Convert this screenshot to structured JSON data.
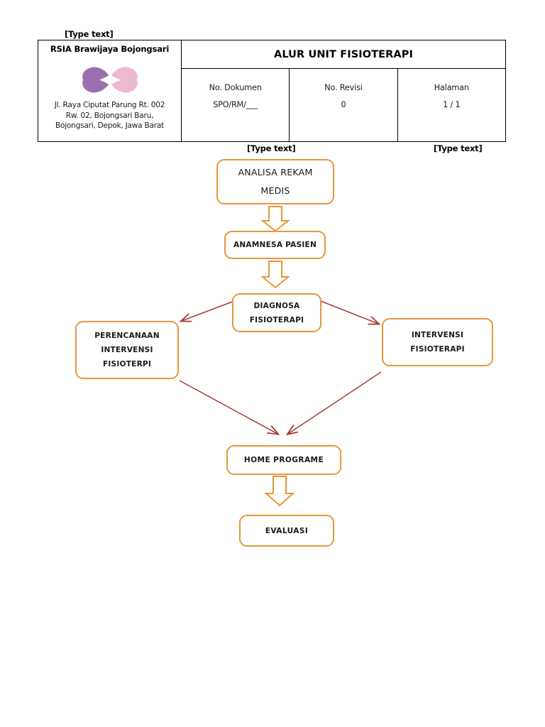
{
  "document": {
    "type": "flowchart",
    "page_background": "#ffffff"
  },
  "placeholders": {
    "top": "[Type text]",
    "middle": "[Type text]",
    "right": "[Type text]"
  },
  "header": {
    "organization": "RSIA Brawijaya Bojongsari",
    "logo": {
      "name": "butterfly-logo",
      "colors": {
        "left_wing": "#9B6FB0",
        "right_wing": "#EDB8D0"
      }
    },
    "address_lines": [
      "Jl. Raya Ciputat Parung Rt. 002",
      "Rw. 02, Bojongsari Baru,",
      "Bojongsari, Depok, Jawa Barat"
    ],
    "address": "Jl. Raya Ciputat Parung Rt. 002 Rw. 02, Bojongsari Baru, Bojongsari, Depok, Jawa Barat",
    "title": "ALUR UNIT FISIOTERAPI",
    "columns": [
      {
        "label": "No. Dokumen",
        "value": "SPO/RM/___"
      },
      {
        "label": "No. Revisi",
        "value": "0"
      },
      {
        "label": "Halaman",
        "value": "1 / 1"
      }
    ]
  },
  "flowchart": {
    "node_border_color": "#E8963C",
    "block_arrow_color": "#E8963C",
    "line_arrow_color": "#A63A35",
    "nodes": [
      {
        "id": "analisa",
        "lines": [
          "ANALISA REKAM",
          "MEDIS"
        ]
      },
      {
        "id": "anamnesa",
        "lines": [
          "ANAMNESA PASIEN"
        ]
      },
      {
        "id": "diagnosa",
        "lines": [
          "DIAGNOSA",
          "FISIOTERAPI"
        ]
      },
      {
        "id": "perencanaan",
        "lines": [
          "PERENCANAAN",
          "INTERVENSI",
          "FISIOTERPI"
        ]
      },
      {
        "id": "intervensi",
        "lines": [
          "INTERVENSI",
          "FISIOTERAPI"
        ]
      },
      {
        "id": "home",
        "lines": [
          "HOME PROGRAME"
        ]
      },
      {
        "id": "evaluasi",
        "lines": [
          "EVALUASI"
        ]
      }
    ],
    "connections": [
      {
        "from": "analisa",
        "to": "anamnesa",
        "style": "block-arrow-down"
      },
      {
        "from": "anamnesa",
        "to": "diagnosa",
        "style": "block-arrow-down"
      },
      {
        "from": "diagnosa",
        "to": "perencanaan",
        "style": "line-arrow-diagonal-left"
      },
      {
        "from": "diagnosa",
        "to": "intervensi",
        "style": "line-arrow-diagonal-right"
      },
      {
        "from": "perencanaan",
        "to": "home",
        "style": "line-arrow-diagonal-right-down"
      },
      {
        "from": "intervensi",
        "to": "home",
        "style": "line-arrow-diagonal-left-down"
      },
      {
        "from": "home",
        "to": "evaluasi",
        "style": "block-arrow-down"
      }
    ]
  }
}
